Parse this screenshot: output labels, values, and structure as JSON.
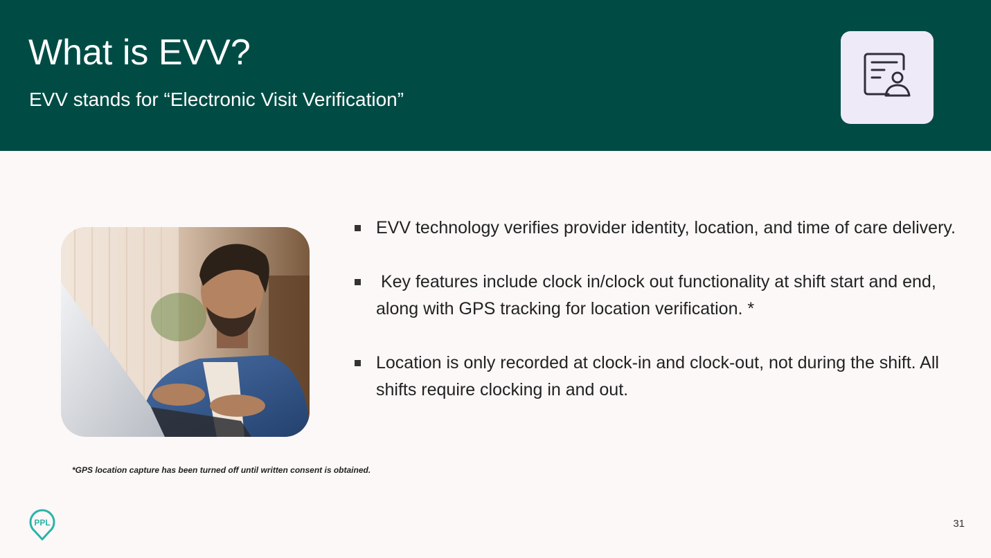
{
  "slide": {
    "title": "What is EVV?",
    "subtitle": "EVV stands for “Electronic Visit Verification”",
    "icon": "profile-document-icon",
    "image": "man-typing-on-laptop-photo",
    "bullets": [
      "EVV technology verifies provider identity, location, and time of care delivery.",
      " Key features include clock in/clock out functionality at shift start and end, along with GPS tracking for location verification. *",
      "Location is only recorded at clock-in and clock-out, not during the shift. All shifts require clocking in and out."
    ],
    "footnote": "*GPS location capture has been turned off until written consent is obtained.",
    "page_number": "31",
    "logo": {
      "text": "PPL",
      "icon": "ppl-location-pin-logo"
    }
  },
  "colors": {
    "header_bg": "#004c45",
    "page_bg": "#fbf8f7",
    "icon_card_bg": "#efeaf8",
    "logo_teal": "#2bb3a8"
  }
}
